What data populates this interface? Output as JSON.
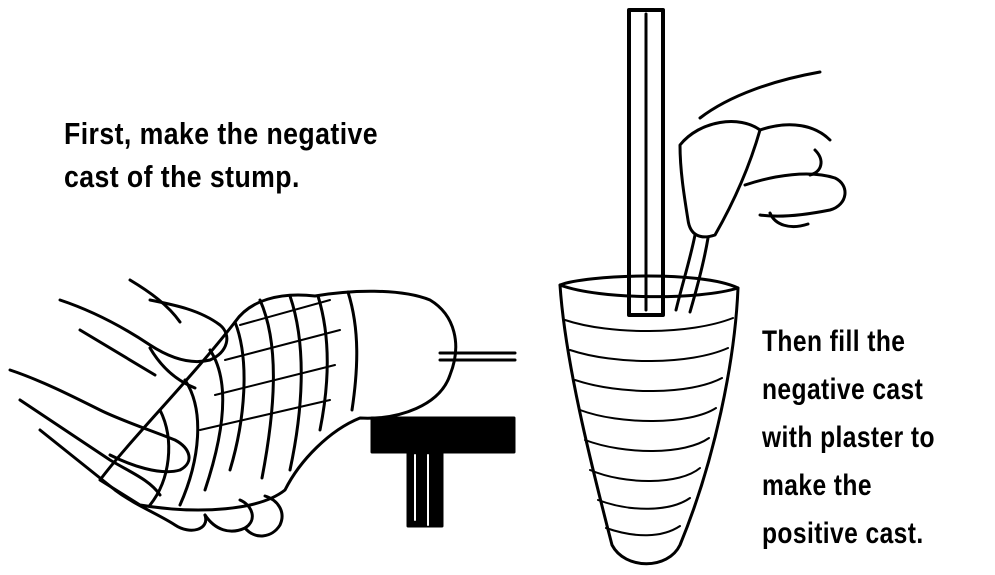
{
  "left_caption": {
    "lines": [
      "First, make the negative",
      "cast of the stump."
    ]
  },
  "right_caption": {
    "lines": [
      "Then fill the",
      "negative cast",
      "with plaster to",
      "make the",
      "positive cast."
    ]
  },
  "illustrations": {
    "left": "hands-wrapping-plaster-bandage-on-stump",
    "right": "pouring-plaster-into-negative-cast-with-rod"
  },
  "colors": {
    "ink": "#000000",
    "paper": "#ffffff"
  }
}
